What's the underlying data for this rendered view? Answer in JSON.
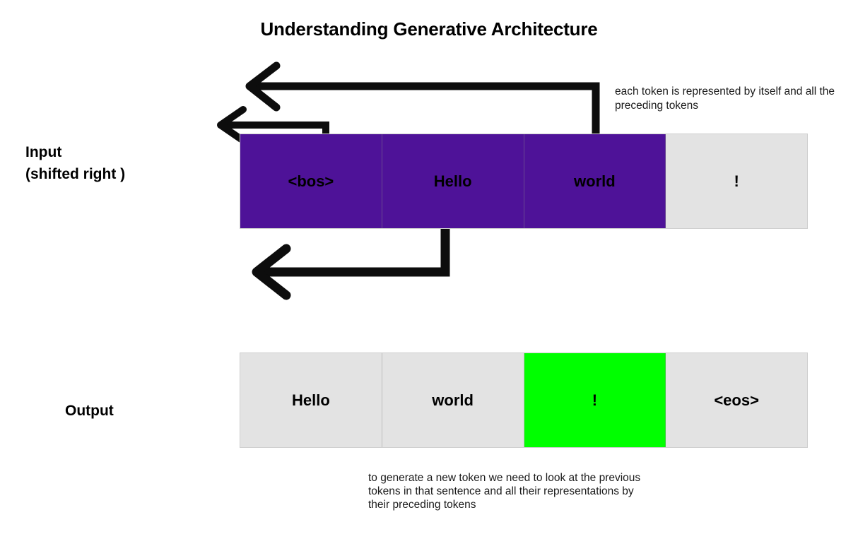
{
  "title": "Understanding Generative Architecture",
  "labels": {
    "input": "Input\n(shifted right )",
    "output": "Output"
  },
  "input_row": {
    "name": "input-tokens",
    "cells": [
      {
        "text": "<bos>",
        "color": "#4E1298",
        "style": "purple"
      },
      {
        "text": "Hello",
        "color": "#4E1298",
        "style": "purple"
      },
      {
        "text": "world",
        "color": "#4E1298",
        "style": "purple"
      },
      {
        "text": "!",
        "color": "#E3E3E3",
        "style": "gray"
      }
    ]
  },
  "output_row": {
    "name": "output-tokens",
    "cells": [
      {
        "text": "Hello",
        "color": "#E3E3E3",
        "style": "gray"
      },
      {
        "text": "world",
        "color": "#E3E3E3",
        "style": "gray"
      },
      {
        "text": "!",
        "color": "#00FF00",
        "style": "green"
      },
      {
        "text": "<eos>",
        "color": "#E3E3E3",
        "style": "gray"
      }
    ]
  },
  "annotations": {
    "top_right": "each token is represented by itself and all the preceding tokens",
    "bottom": "to generate a new token we need to look at the previous tokens in that sentence and all their representations by their preceding tokens"
  },
  "colors": {
    "purple": "#4E1298",
    "green": "#00FF00",
    "gray": "#E3E3E3",
    "arrow": "#0D0D0D",
    "background": "#FFFFFF",
    "text": "#000000"
  },
  "arrows": [
    {
      "name": "arrow-world-to-bos",
      "from": "world-cell-right-edge",
      "to": "left-of-bos",
      "direction": "left"
    },
    {
      "name": "arrow-hello-to-bos",
      "from": "hello-cell-left-edge",
      "to": "left-of-bos",
      "direction": "left"
    },
    {
      "name": "arrow-output-feedback",
      "from": "hello-world-boundary-below",
      "to": "left-below-bos",
      "direction": "left"
    }
  ]
}
